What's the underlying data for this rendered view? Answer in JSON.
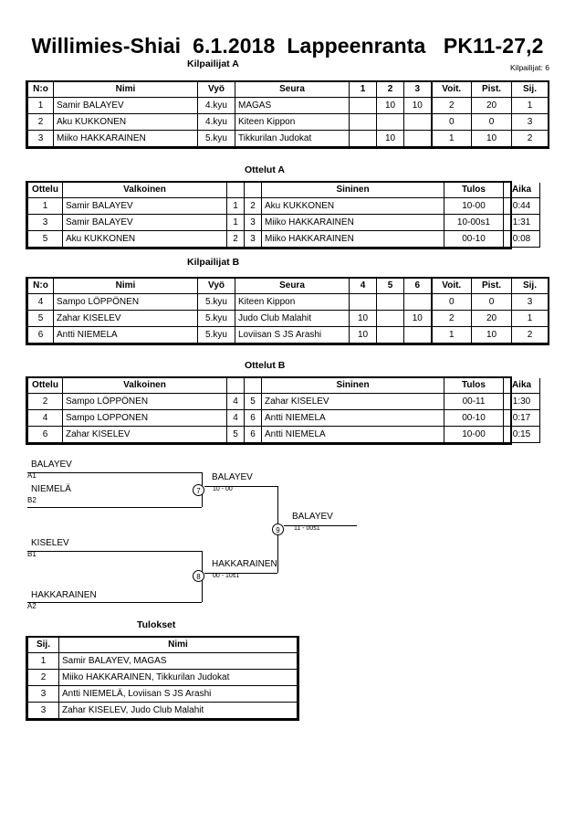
{
  "header": {
    "title": "Willimies-Shiai  6.1.2018  Lappeenranta   PK11-27,2",
    "entrants_label": "Kilpailijat: 6"
  },
  "pool_a": {
    "caption": "Kilpailijat A",
    "columns": [
      "N:o",
      "Nimi",
      "Vyö",
      "Seura",
      "1",
      "2",
      "3",
      "Voit.",
      "Pist.",
      "Sij."
    ],
    "rows": [
      {
        "no": "1",
        "name": "Samir BALAYEV",
        "belt": "4.kyu",
        "club": "MAGAS",
        "m1": "",
        "m2": "10",
        "m3": "10",
        "wins": "2",
        "points": "20",
        "rank": "1"
      },
      {
        "no": "2",
        "name": "Aku KUKKONEN",
        "belt": "4.kyu",
        "club": "Kiteen Kippon",
        "m1": "",
        "m2": "",
        "m3": "",
        "wins": "0",
        "points": "0",
        "rank": "3"
      },
      {
        "no": "3",
        "name": "Miiko HAKKARAINEN",
        "belt": "5.kyu",
        "club": "Tikkurilan Judokat",
        "m1": "",
        "m2": "10",
        "m3": "",
        "wins": "1",
        "points": "10",
        "rank": "2"
      }
    ]
  },
  "matches_a": {
    "caption": "Ottelut A",
    "columns": [
      "Ottelu",
      "Valkoinen",
      "",
      "",
      "Sininen",
      "Tulos",
      "Aika"
    ],
    "rows": [
      {
        "match": "1",
        "white": "Samir BALAYEV",
        "wno": "1",
        "bno": "2",
        "blue": "Aku KUKKONEN",
        "result": "10-00",
        "time": "0:44"
      },
      {
        "match": "3",
        "white": "Samir BALAYEV",
        "wno": "1",
        "bno": "3",
        "blue": "Miiko HAKKARAINEN",
        "result": "10-00s1",
        "time": "1:31"
      },
      {
        "match": "5",
        "white": "Aku KUKKONEN",
        "wno": "2",
        "bno": "3",
        "blue": "Miiko HAKKARAINEN",
        "result": "00-10",
        "time": "0:08"
      }
    ]
  },
  "pool_b": {
    "caption": "Kilpailijat B",
    "columns": [
      "N:o",
      "Nimi",
      "Vyö",
      "Seura",
      "4",
      "5",
      "6",
      "Voit.",
      "Pist.",
      "Sij."
    ],
    "rows": [
      {
        "no": "4",
        "name": "Sampo LÖPPÖNEN",
        "belt": "5.kyu",
        "club": "Kiteen Kippon",
        "m1": "",
        "m2": "",
        "m3": "",
        "wins": "0",
        "points": "0",
        "rank": "3"
      },
      {
        "no": "5",
        "name": "Zahar KISELEV",
        "belt": "5.kyu",
        "club": "Judo Club Malahit",
        "m1": "10",
        "m2": "",
        "m3": "10",
        "wins": "2",
        "points": "20",
        "rank": "1"
      },
      {
        "no": "6",
        "name": "Antti NIEMELA",
        "belt": "5.kyu",
        "club": "Loviisan S JS Arashi",
        "m1": "10",
        "m2": "",
        "m3": "",
        "wins": "1",
        "points": "10",
        "rank": "2"
      }
    ]
  },
  "matches_b": {
    "caption": "Ottelut B",
    "columns": [
      "Ottelu",
      "Valkoinen",
      "",
      "",
      "Sininen",
      "Tulos",
      "Aika"
    ],
    "rows": [
      {
        "match": "2",
        "white": "Sampo LÖPPÖNEN",
        "wno": "4",
        "bno": "5",
        "blue": "Zahar KISELEV",
        "result": "00-11",
        "time": "1:30"
      },
      {
        "match": "4",
        "white": "Sampo LOPPONEN",
        "wno": "4",
        "bno": "6",
        "blue": "Antti NIEMELA",
        "result": "00-10",
        "time": "0:17"
      },
      {
        "match": "6",
        "white": "Zahar KISELEV",
        "wno": "5",
        "bno": "6",
        "blue": "Antti NIEMELA",
        "result": "10-00",
        "time": "0:15"
      }
    ]
  },
  "bracket": {
    "entries": [
      {
        "name": "BALAYEV",
        "seed": "A1"
      },
      {
        "name": "NIEMELÄ",
        "seed": "B2"
      },
      {
        "name": "KISELEV",
        "seed": "B1"
      },
      {
        "name": "HAKKARAINEN",
        "seed": "A2"
      }
    ],
    "nodes": [
      {
        "id": "7",
        "winner": "BALAYEV",
        "score": "10 - 00"
      },
      {
        "id": "8",
        "winner": "HAKKARAINEN",
        "score": "00 - 10s1"
      },
      {
        "id": "9",
        "winner": "BALAYEV",
        "score": "11 - 00s1"
      }
    ]
  },
  "results": {
    "caption": "Tulokset",
    "columns": [
      "Sij.",
      "Nimi"
    ],
    "rows": [
      {
        "rank": "1",
        "name": "Samir BALAYEV, MAGAS"
      },
      {
        "rank": "2",
        "name": "Miiko HAKKARAINEN, Tikkurilan Judokat"
      },
      {
        "rank": "3",
        "name": "Antti NIEMELÄ, Loviisan S JS Arashi"
      },
      {
        "rank": "3",
        "name": "Zahar KISELEV, Judo Club Malahit"
      }
    ]
  }
}
